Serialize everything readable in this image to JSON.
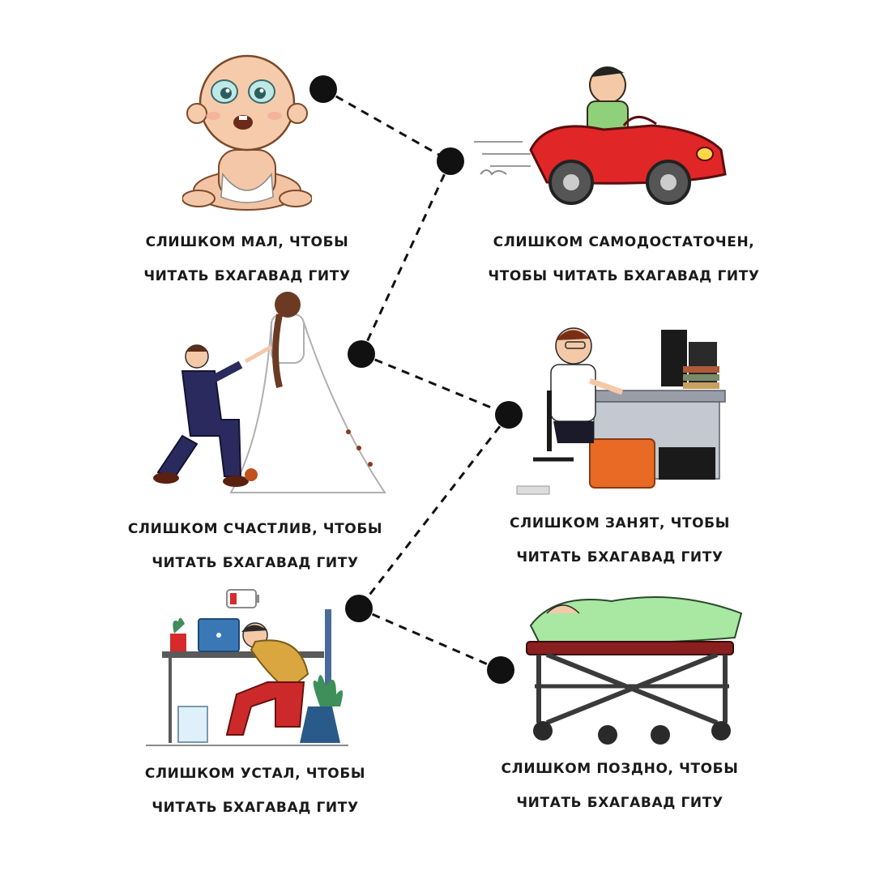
{
  "captions": {
    "baby": {
      "line1": "СЛИШКОМ МАЛ, ЧТОБЫ",
      "line2": "ЧИТАТЬ БХАГАВАД ГИТУ"
    },
    "driver": {
      "line1": "СЛИШКОМ САМОДОСТАТОЧЕН,",
      "line2": "ЧТОБЫ ЧИТАТЬ БХАГАВАД ГИТУ"
    },
    "wedding": {
      "line1": "СЛИШКОМ СЧАСТЛИВ, ЧТОБЫ",
      "line2": "ЧИТАТЬ БХАГАВАД ГИТУ"
    },
    "office": {
      "line1": "СЛИШКОМ ЗАНЯТ, ЧТОБЫ",
      "line2": "ЧИТАТЬ БХАГАВАД ГИТУ"
    },
    "tired": {
      "line1": "СЛИШКОМ УСТАЛ, ЧТОБЫ",
      "line2": "ЧИТАТЬ БХАГАВАД ГИТУ"
    },
    "late": {
      "line1": "СЛИШКОМ ПОЗДНО, ЧТОБЫ",
      "line2": "ЧИТАТЬ БХАГАВАД ГИТУ"
    }
  },
  "illustrations": [
    {
      "name": "baby",
      "subject": "baby-sitting-illustration"
    },
    {
      "name": "driver",
      "subject": "man-driving-red-car-illustration"
    },
    {
      "name": "wedding",
      "subject": "man-proposing-to-bride-illustration"
    },
    {
      "name": "office",
      "subject": "man-working-at-office-desk-illustration"
    },
    {
      "name": "tired",
      "subject": "exhausted-man-asleep-on-laptop-illustration"
    },
    {
      "name": "late",
      "subject": "body-on-hospital-stretcher-illustration"
    }
  ],
  "colors": {
    "connector": "#111111",
    "car": "#e02626",
    "shirt_green": "#8fd07a",
    "suit_navy": "#2b2a5e",
    "skin": "#f4c9a8",
    "sheet_green": "#a8e8a2",
    "stretcher_red": "#8a1f1f",
    "battery_red": "#d62b2b",
    "laptop_blue": "#3a78b5",
    "sweater_yellow": "#d9a640",
    "pants_red": "#cc2a2a",
    "plant_green": "#3e8f5a",
    "box_orange": "#e86a24"
  }
}
